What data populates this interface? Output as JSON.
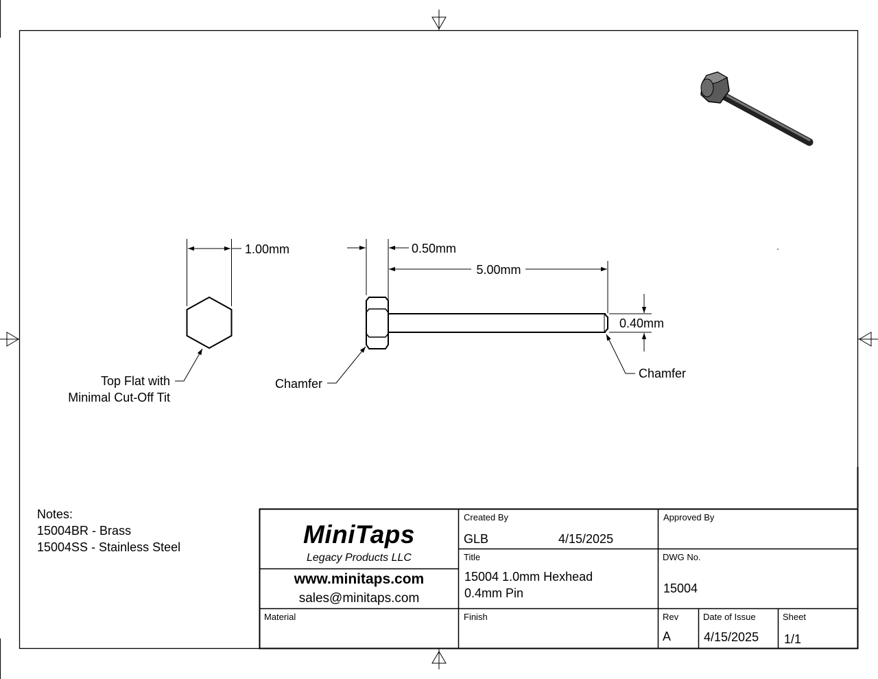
{
  "dimensions": {
    "hex_width": "1.00mm",
    "head_thickness": "0.50mm",
    "pin_length": "5.00mm",
    "pin_diameter": "0.40mm"
  },
  "callouts": {
    "top_flat_line1": "Top Flat with",
    "top_flat_line2": "Minimal Cut-Off Tit",
    "chamfer_head": "Chamfer",
    "chamfer_tip": "Chamfer"
  },
  "notes": {
    "heading": "Notes:",
    "line1": "15004BR - Brass",
    "line2": "15004SS - Stainless Steel"
  },
  "title_block": {
    "logo": "MiniTaps",
    "logo_sub": "Legacy Products LLC",
    "website": "www.minitaps.com",
    "email": "sales@minitaps.com",
    "created_by_label": "Created By",
    "created_by": "GLB",
    "created_date": "4/15/2025",
    "approved_by_label": "Approved By",
    "title_label": "Title",
    "title_line1": "15004 1.0mm Hexhead",
    "title_line2": "0.4mm Pin",
    "dwg_no_label": "DWG No.",
    "dwg_no": "15004",
    "material_label": "Material",
    "finish_label": "Finish",
    "rev_label": "Rev",
    "rev": "A",
    "date_of_issue_label": "Date of Issue",
    "date_of_issue": "4/15/2025",
    "sheet_label": "Sheet",
    "sheet": "1/1"
  }
}
